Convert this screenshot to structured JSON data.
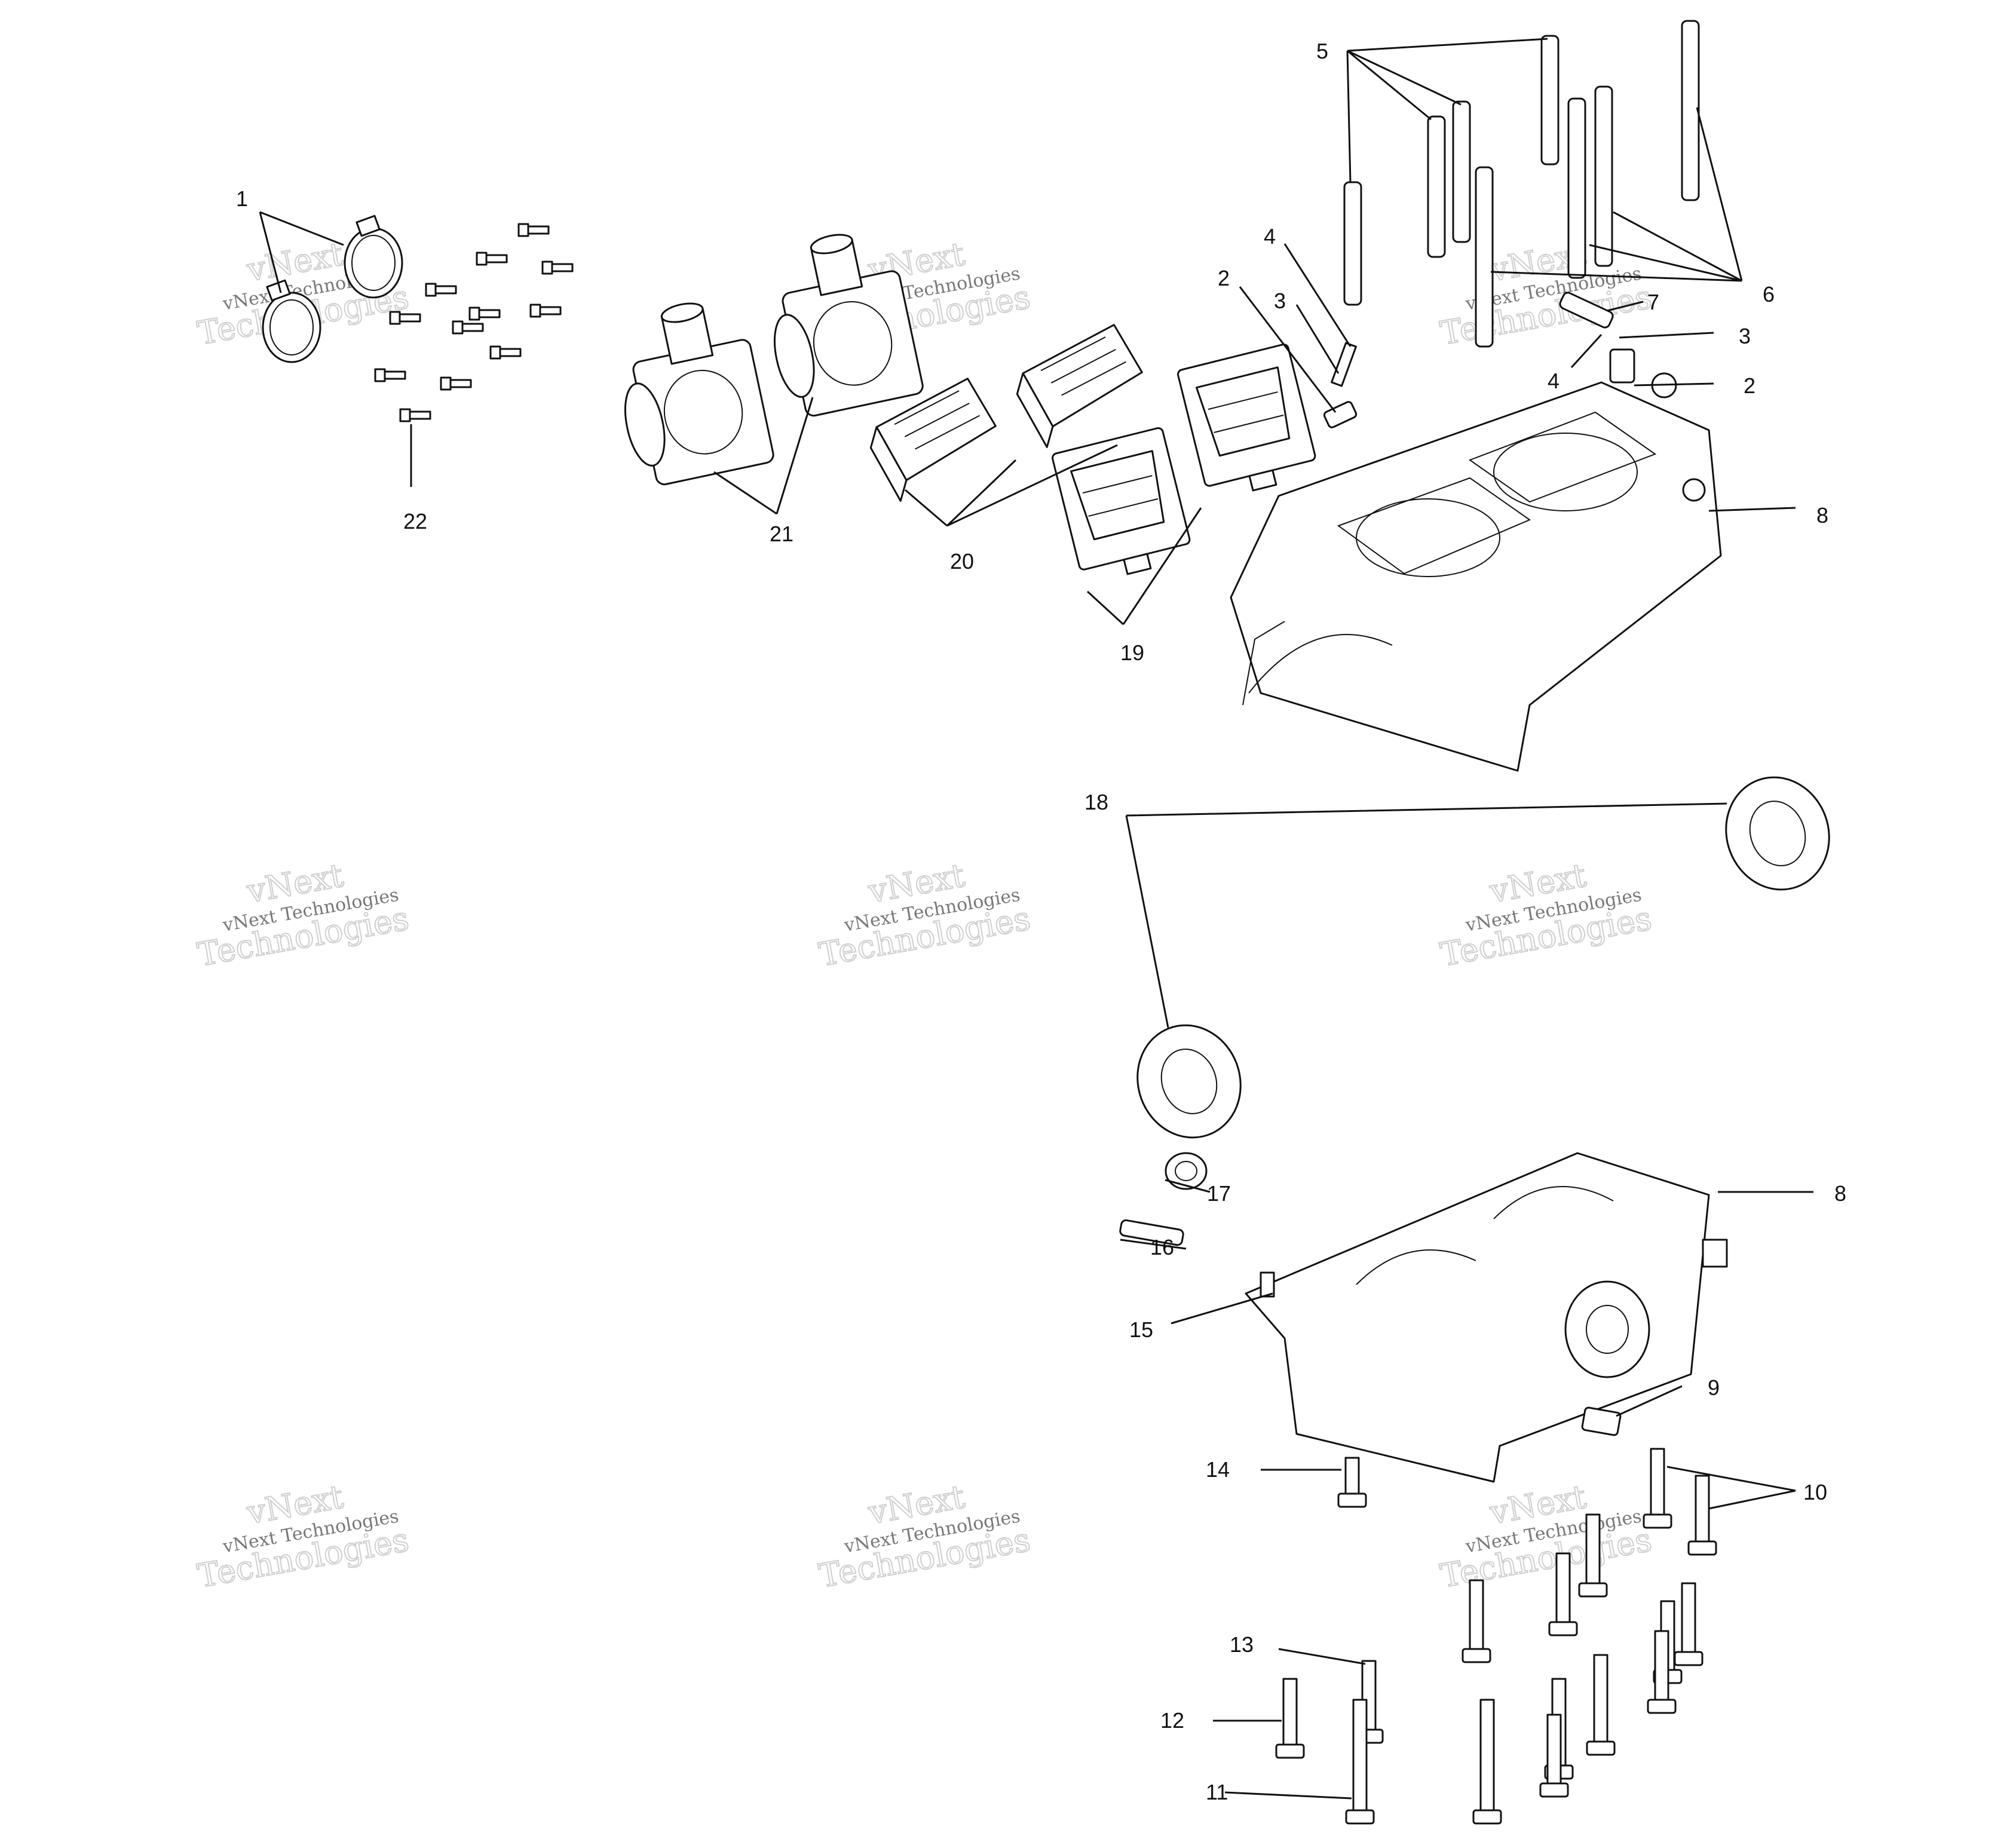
{
  "callouts": [
    {
      "id": "c1",
      "label": "1"
    },
    {
      "id": "c2a",
      "label": "2"
    },
    {
      "id": "c2b",
      "label": "2"
    },
    {
      "id": "c3a",
      "label": "3"
    },
    {
      "id": "c3b",
      "label": "3"
    },
    {
      "id": "c4a",
      "label": "4"
    },
    {
      "id": "c4b",
      "label": "4"
    },
    {
      "id": "c5",
      "label": "5"
    },
    {
      "id": "c6",
      "label": "6"
    },
    {
      "id": "c7",
      "label": "7"
    },
    {
      "id": "c8a",
      "label": "8"
    },
    {
      "id": "c8b",
      "label": "8"
    },
    {
      "id": "c9",
      "label": "9"
    },
    {
      "id": "c10",
      "label": "10"
    },
    {
      "id": "c11",
      "label": "11"
    },
    {
      "id": "c12",
      "label": "12"
    },
    {
      "id": "c13",
      "label": "13"
    },
    {
      "id": "c14",
      "label": "14"
    },
    {
      "id": "c15",
      "label": "15"
    },
    {
      "id": "c16",
      "label": "16"
    },
    {
      "id": "c17",
      "label": "17"
    },
    {
      "id": "c18",
      "label": "18"
    },
    {
      "id": "c19",
      "label": "19"
    },
    {
      "id": "c20",
      "label": "20"
    },
    {
      "id": "c21",
      "label": "21"
    },
    {
      "id": "c22",
      "label": "22"
    }
  ],
  "watermark": {
    "brand": "vNext",
    "line": "vNext Technologies",
    "word": "Technologies"
  }
}
